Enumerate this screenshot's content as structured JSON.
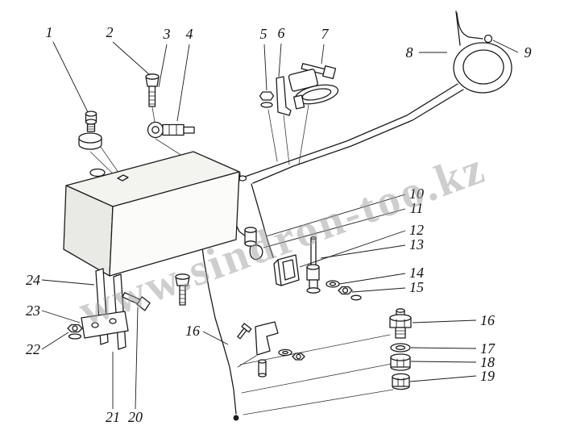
{
  "diagram": {
    "watermark": "www.sindron-too.kz",
    "callouts": [
      {
        "label": "1"
      },
      {
        "label": "2"
      },
      {
        "label": "3"
      },
      {
        "label": "4"
      },
      {
        "label": "5"
      },
      {
        "label": "6"
      },
      {
        "label": "7"
      },
      {
        "label": "8"
      },
      {
        "label": "9"
      },
      {
        "label": "10"
      },
      {
        "label": "11"
      },
      {
        "label": "12"
      },
      {
        "label": "13"
      },
      {
        "label": "14"
      },
      {
        "label": "15"
      },
      {
        "label": "16"
      },
      {
        "label": "16"
      },
      {
        "label": "17"
      },
      {
        "label": "18"
      },
      {
        "label": "19"
      },
      {
        "label": "20"
      },
      {
        "label": "21"
      },
      {
        "label": "22"
      },
      {
        "label": "23"
      },
      {
        "label": "24"
      }
    ]
  }
}
